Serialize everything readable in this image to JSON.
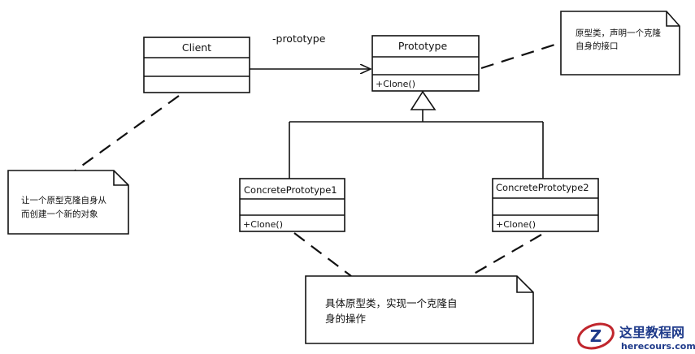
{
  "classes": {
    "client": {
      "name": "Client"
    },
    "prototype": {
      "name": "Prototype",
      "method": "+Clone()"
    },
    "concrete1": {
      "name": "ConcretePrototype1",
      "method": "+Clone()"
    },
    "concrete2": {
      "name": "ConcretePrototype2",
      "method": "+Clone()"
    }
  },
  "association": {
    "label": "-prototype"
  },
  "notes": {
    "prototype_note": {
      "line1": "原型类，声明一个克隆",
      "line2": "自身的接口"
    },
    "client_note": {
      "line1": "让一个原型克隆自身从",
      "line2": "而创建一个新的对象"
    },
    "concrete_note": {
      "line1": "具体原型类，实现一个克隆自",
      "line2": "身的操作"
    }
  },
  "watermark": {
    "title": "这里教程网",
    "url": "herecours.com"
  },
  "colors": {
    "line": "#111111",
    "watermark": "#1e3a8a",
    "watermark_accent": "#c0262d"
  }
}
